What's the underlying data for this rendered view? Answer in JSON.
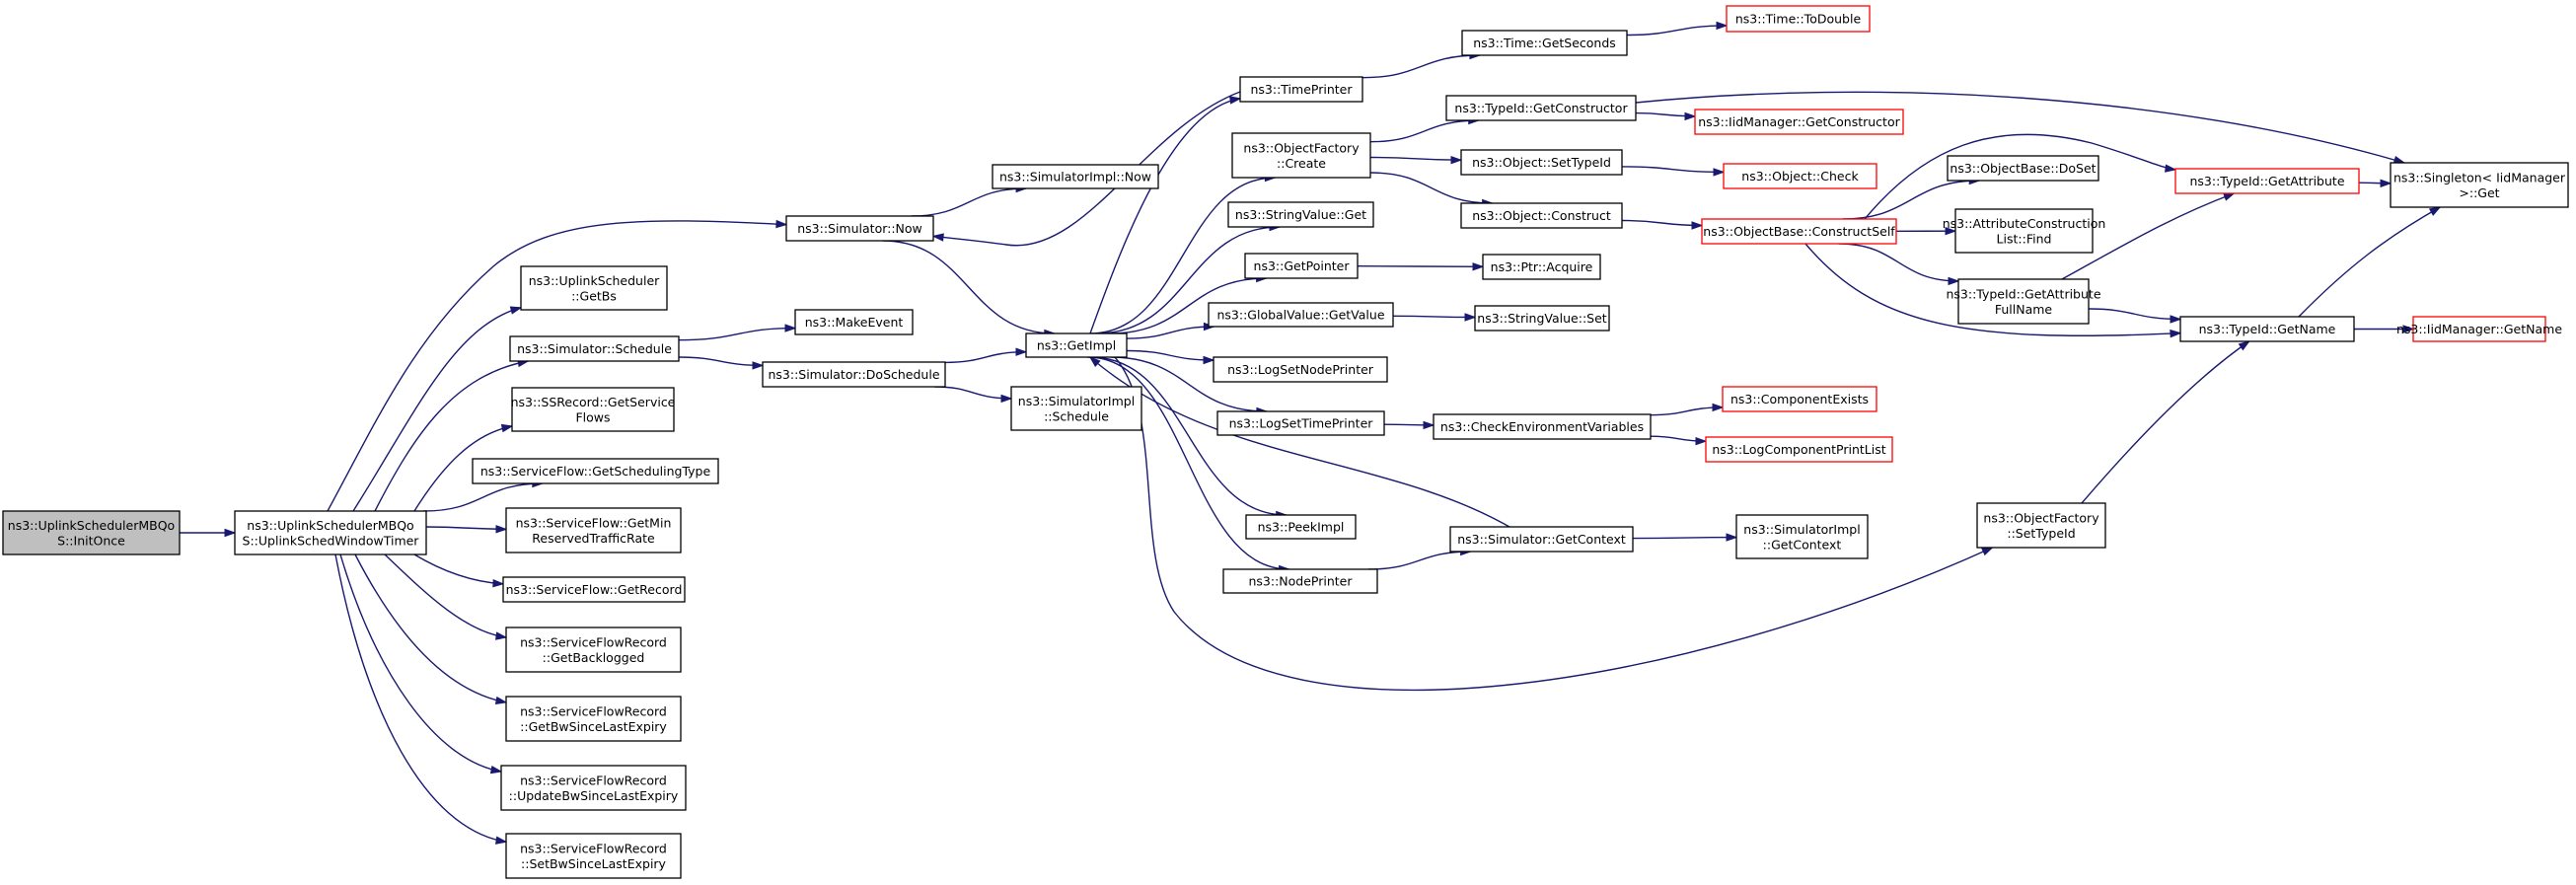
{
  "diagram": {
    "nodes": [
      {
        "id": "root",
        "lines": [
          "ns3::UplinkSchedulerMBQo",
          "S::InitOnce"
        ],
        "root": true
      },
      {
        "id": "timer",
        "lines": [
          "ns3::UplinkSchedulerMBQo",
          "S::UplinkSchedWindowTimer"
        ]
      },
      {
        "id": "simnow",
        "lines": [
          "ns3::Simulator::Now"
        ]
      },
      {
        "id": "getbs",
        "lines": [
          "ns3::UplinkScheduler",
          "::GetBs"
        ]
      },
      {
        "id": "schedule",
        "lines": [
          "ns3::Simulator::Schedule"
        ]
      },
      {
        "id": "ssrecord",
        "lines": [
          "ns3::SSRecord::GetService",
          "Flows"
        ]
      },
      {
        "id": "schedtype",
        "lines": [
          "ns3::ServiceFlow::GetSchedulingType"
        ]
      },
      {
        "id": "getmin",
        "lines": [
          "ns3::ServiceFlow::GetMin",
          "ReservedTrafficRate"
        ]
      },
      {
        "id": "getrecord",
        "lines": [
          "ns3::ServiceFlow::GetRecord"
        ]
      },
      {
        "id": "backlogged",
        "lines": [
          "ns3::ServiceFlowRecord",
          "::GetBacklogged"
        ]
      },
      {
        "id": "getbwsince",
        "lines": [
          "ns3::ServiceFlowRecord",
          "::GetBwSinceLastExpiry"
        ]
      },
      {
        "id": "updatebw",
        "lines": [
          "ns3::ServiceFlowRecord",
          "::UpdateBwSinceLastExpiry"
        ]
      },
      {
        "id": "setbw",
        "lines": [
          "ns3::ServiceFlowRecord",
          "::SetBwSinceLastExpiry"
        ]
      },
      {
        "id": "simimplnow",
        "lines": [
          "ns3::SimulatorImpl::Now"
        ]
      },
      {
        "id": "makeevent",
        "lines": [
          "ns3::MakeEvent"
        ]
      },
      {
        "id": "doschedule",
        "lines": [
          "ns3::Simulator::DoSchedule"
        ]
      },
      {
        "id": "getimpl",
        "lines": [
          "ns3::GetImpl"
        ]
      },
      {
        "id": "implschedule",
        "lines": [
          "ns3::SimulatorImpl",
          "::Schedule"
        ]
      },
      {
        "id": "timeprinter",
        "lines": [
          "ns3::TimePrinter"
        ]
      },
      {
        "id": "objfactcreate",
        "lines": [
          "ns3::ObjectFactory",
          "::Create"
        ]
      },
      {
        "id": "stringget",
        "lines": [
          "ns3::StringValue::Get"
        ]
      },
      {
        "id": "getpointer",
        "lines": [
          "ns3::GetPointer"
        ]
      },
      {
        "id": "globalget",
        "lines": [
          "ns3::GlobalValue::GetValue"
        ]
      },
      {
        "id": "lognode",
        "lines": [
          "ns3::LogSetNodePrinter"
        ]
      },
      {
        "id": "logtime",
        "lines": [
          "ns3::LogSetTimePrinter"
        ]
      },
      {
        "id": "peekimpl",
        "lines": [
          "ns3::PeekImpl"
        ]
      },
      {
        "id": "nodeprinter",
        "lines": [
          "ns3::NodePrinter"
        ]
      },
      {
        "id": "getseconds",
        "lines": [
          "ns3::Time::GetSeconds"
        ]
      },
      {
        "id": "todouble",
        "lines": [
          "ns3::Time::ToDouble"
        ],
        "truncated": true
      },
      {
        "id": "getconstructor",
        "lines": [
          "ns3::TypeId::GetConstructor"
        ]
      },
      {
        "id": "iidgetconstructor",
        "lines": [
          "ns3::IidManager::GetConstructor"
        ],
        "truncated": true
      },
      {
        "id": "settypeid",
        "lines": [
          "ns3::Object::SetTypeId"
        ]
      },
      {
        "id": "check",
        "lines": [
          "ns3::Object::Check"
        ],
        "truncated": true
      },
      {
        "id": "construct",
        "lines": [
          "ns3::Object::Construct"
        ]
      },
      {
        "id": "constructself",
        "lines": [
          "ns3::ObjectBase::ConstructSelf"
        ],
        "truncated": true
      },
      {
        "id": "ptracquire",
        "lines": [
          "ns3::Ptr::Acquire"
        ]
      },
      {
        "id": "stringset",
        "lines": [
          "ns3::StringValue::Set"
        ]
      },
      {
        "id": "checkenv",
        "lines": [
          "ns3::CheckEnvironmentVariables"
        ]
      },
      {
        "id": "compexists",
        "lines": [
          "ns3::ComponentExists"
        ],
        "truncated": true
      },
      {
        "id": "logcomplist",
        "lines": [
          "ns3::LogComponentPrintList"
        ],
        "truncated": true
      },
      {
        "id": "getcontext",
        "lines": [
          "ns3::Simulator::GetContext"
        ]
      },
      {
        "id": "implgetcontext",
        "lines": [
          "ns3::SimulatorImpl",
          "::GetContext"
        ]
      },
      {
        "id": "doset",
        "lines": [
          "ns3::ObjectBase::DoSet"
        ]
      },
      {
        "id": "attrfind",
        "lines": [
          "ns3::AttributeConstruction",
          "List::Find"
        ]
      },
      {
        "id": "getattrfull",
        "lines": [
          "ns3::TypeId::GetAttribute",
          "FullName"
        ]
      },
      {
        "id": "getattribute",
        "lines": [
          "ns3::TypeId::GetAttribute"
        ],
        "truncated": true
      },
      {
        "id": "singletonget",
        "lines": [
          "ns3::Singleton< IidManager",
          " >::Get"
        ]
      },
      {
        "id": "getname",
        "lines": [
          "ns3::TypeId::GetName"
        ]
      },
      {
        "id": "iidgetname",
        "lines": [
          "ns3::IidManager::GetName"
        ],
        "truncated": true
      },
      {
        "id": "factsettypeid",
        "lines": [
          "ns3::ObjectFactory",
          "::SetTypeId"
        ]
      }
    ],
    "edges": [
      [
        "root",
        "timer"
      ],
      [
        "timer",
        "simnow"
      ],
      [
        "timer",
        "getbs"
      ],
      [
        "timer",
        "schedule"
      ],
      [
        "timer",
        "ssrecord"
      ],
      [
        "timer",
        "schedtype"
      ],
      [
        "timer",
        "getmin"
      ],
      [
        "timer",
        "getrecord"
      ],
      [
        "timer",
        "backlogged"
      ],
      [
        "timer",
        "getbwsince"
      ],
      [
        "timer",
        "updatebw"
      ],
      [
        "timer",
        "setbw"
      ],
      [
        "simnow",
        "simimplnow"
      ],
      [
        "simnow",
        "getimpl"
      ],
      [
        "schedule",
        "makeevent"
      ],
      [
        "schedule",
        "doschedule"
      ],
      [
        "doschedule",
        "getimpl"
      ],
      [
        "doschedule",
        "implschedule"
      ],
      [
        "getimpl",
        "timeprinter"
      ],
      [
        "getimpl",
        "objfactcreate"
      ],
      [
        "getimpl",
        "stringget"
      ],
      [
        "getimpl",
        "getpointer"
      ],
      [
        "getimpl",
        "globalget"
      ],
      [
        "getimpl",
        "lognode"
      ],
      [
        "getimpl",
        "logtime"
      ],
      [
        "getimpl",
        "peekimpl"
      ],
      [
        "getimpl",
        "nodeprinter"
      ],
      [
        "getimpl",
        "factsettypeid"
      ],
      [
        "timeprinter",
        "simnow"
      ],
      [
        "timeprinter",
        "getseconds"
      ],
      [
        "getseconds",
        "todouble"
      ],
      [
        "objfactcreate",
        "getconstructor"
      ],
      [
        "objfactcreate",
        "settypeid"
      ],
      [
        "objfactcreate",
        "construct"
      ],
      [
        "getconstructor",
        "iidgetconstructor"
      ],
      [
        "getconstructor",
        "singletonget"
      ],
      [
        "settypeid",
        "check"
      ],
      [
        "construct",
        "constructself"
      ],
      [
        "getpointer",
        "ptracquire"
      ],
      [
        "globalget",
        "stringset"
      ],
      [
        "logtime",
        "checkenv"
      ],
      [
        "checkenv",
        "compexists"
      ],
      [
        "checkenv",
        "logcomplist"
      ],
      [
        "nodeprinter",
        "getcontext"
      ],
      [
        "getcontext",
        "getimpl"
      ],
      [
        "getcontext",
        "implgetcontext"
      ],
      [
        "constructself",
        "doset"
      ],
      [
        "constructself",
        "attrfind"
      ],
      [
        "constructself",
        "getattrfull"
      ],
      [
        "constructself",
        "getattribute"
      ],
      [
        "constructself",
        "getname"
      ],
      [
        "getattrfull",
        "getattribute"
      ],
      [
        "getattrfull",
        "getname"
      ],
      [
        "getattribute",
        "singletonget"
      ],
      [
        "getname",
        "singletonget"
      ],
      [
        "getname",
        "iidgetname"
      ],
      [
        "factsettypeid",
        "getname"
      ]
    ]
  }
}
